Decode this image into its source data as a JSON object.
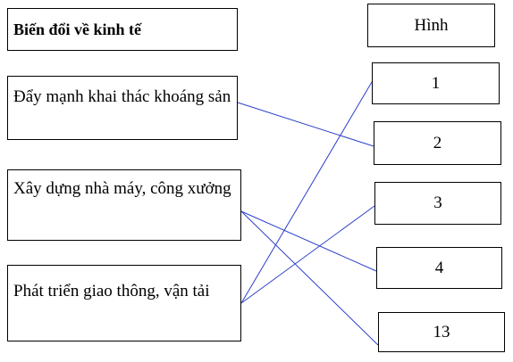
{
  "left_header": "Biến đổi về kinh tế",
  "right_header": "Hình",
  "left_items": [
    {
      "id": "mining",
      "text": "Đẩy mạnh khai thác khoáng sản"
    },
    {
      "id": "factory",
      "text": "Xây dựng nhà máy, công xưởng"
    },
    {
      "id": "transport",
      "text": "Phát triển giao thông, vận tải"
    }
  ],
  "right_items": [
    {
      "id": "h1",
      "label": "1"
    },
    {
      "id": "h2",
      "label": "2"
    },
    {
      "id": "h3",
      "label": "3"
    },
    {
      "id": "h4",
      "label": "4"
    },
    {
      "id": "h13",
      "label": "13"
    }
  ],
  "connections": [
    {
      "from": "mining",
      "to": "h2"
    },
    {
      "from": "factory",
      "to": "h4"
    },
    {
      "from": "factory",
      "to": "h13"
    },
    {
      "from": "transport",
      "to": "h1"
    },
    {
      "from": "transport",
      "to": "h3"
    }
  ],
  "colors": {
    "line": "#2b3fc8",
    "border": "#000000"
  }
}
